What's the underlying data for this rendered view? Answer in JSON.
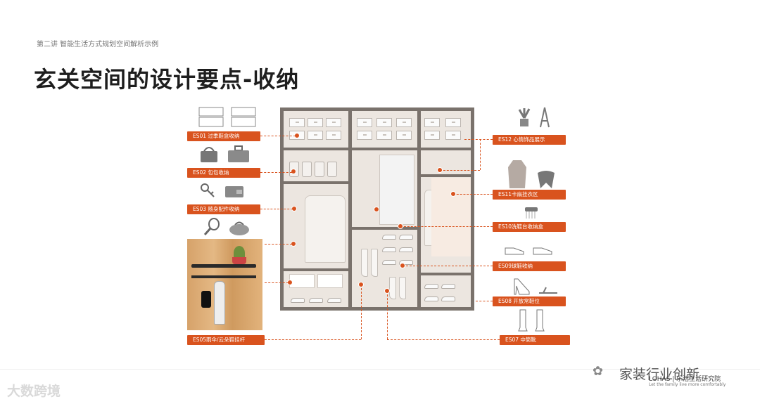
{
  "header": {
    "subtitle": "第二讲 智能生活方式规划空间解析示例",
    "title": "玄关空间的设计要点-收纳"
  },
  "labels": {
    "es01": "ES01 过季鞋盒收纳",
    "es02": "ES02 包包收纳",
    "es03": "ES03 随身配件收纳",
    "es05": "ES05雨伞/云朵鞋挂杆",
    "es12": "ES12 心情饰品展示",
    "es11": "ES11卡扇挂衣区",
    "es10": "ES10洗鞋台收纳盒",
    "es09": "ES09球鞋收纳",
    "es08": "ES08 开放常鞋位",
    "es07": "ES07 中筒靴"
  },
  "watermark": {
    "left": "大数跨境",
    "right": "家装行业创新",
    "brand": "LOHAS | 乐活生活研究院",
    "brand_sub": "Let the family live more comfortably"
  },
  "colors": {
    "accent": "#d9531e",
    "frame": "#7a726c"
  }
}
